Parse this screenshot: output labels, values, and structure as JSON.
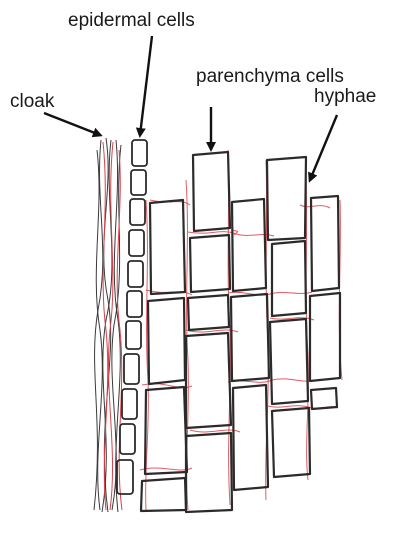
{
  "labels": {
    "epidermal": "epidermal cells",
    "parenchyma": "parenchyma cells",
    "hyphae": "hyphae",
    "cloak": "cloak"
  },
  "colors": {
    "cell_outline": "#2b2b2b",
    "hyphae": "#d9414a",
    "label_text": "#1a1a1a"
  }
}
